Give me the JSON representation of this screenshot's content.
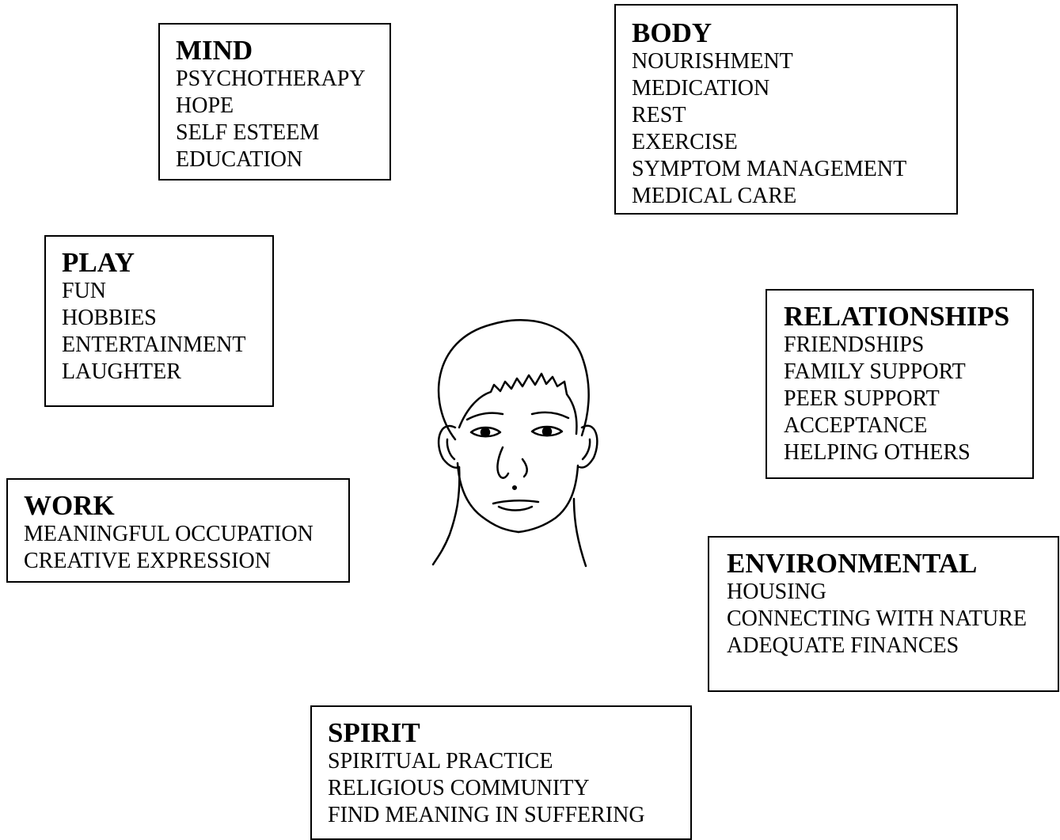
{
  "boxes": {
    "mind": {
      "title": "MIND",
      "items": [
        "PSYCHOTHERAPY",
        "HOPE",
        "SELF ESTEEM",
        "EDUCATION"
      ]
    },
    "body": {
      "title": "BODY",
      "items": [
        "NOURISHMENT",
        "MEDICATION",
        "REST",
        "EXERCISE",
        "SYMPTOM MANAGEMENT",
        "MEDICAL CARE"
      ]
    },
    "play": {
      "title": "PLAY",
      "items": [
        "FUN",
        "HOBBIES",
        "ENTERTAINMENT",
        "LAUGHTER"
      ]
    },
    "relationships": {
      "title": "RELATIONSHIPS",
      "items": [
        "FRIENDSHIPS",
        "FAMILY SUPPORT",
        "PEER SUPPORT",
        "ACCEPTANCE",
        "HELPING OTHERS"
      ]
    },
    "work": {
      "title": "WORK",
      "items": [
        "MEANINGFUL OCCUPATION",
        "CREATIVE EXPRESSION"
      ]
    },
    "environmental": {
      "title": "ENVIRONMENTAL",
      "items": [
        "HOUSING",
        "CONNECTING WITH NATURE",
        "ADEQUATE FINANCES"
      ]
    },
    "spirit": {
      "title": "SPIRIT",
      "items": [
        "SPIRITUAL PRACTICE",
        "RELIGIOUS COMMUNITY",
        "FIND MEANING IN SUFFERING"
      ]
    }
  },
  "face": {
    "icon": "person-face-sketch-icon",
    "line_color": "#000000"
  }
}
